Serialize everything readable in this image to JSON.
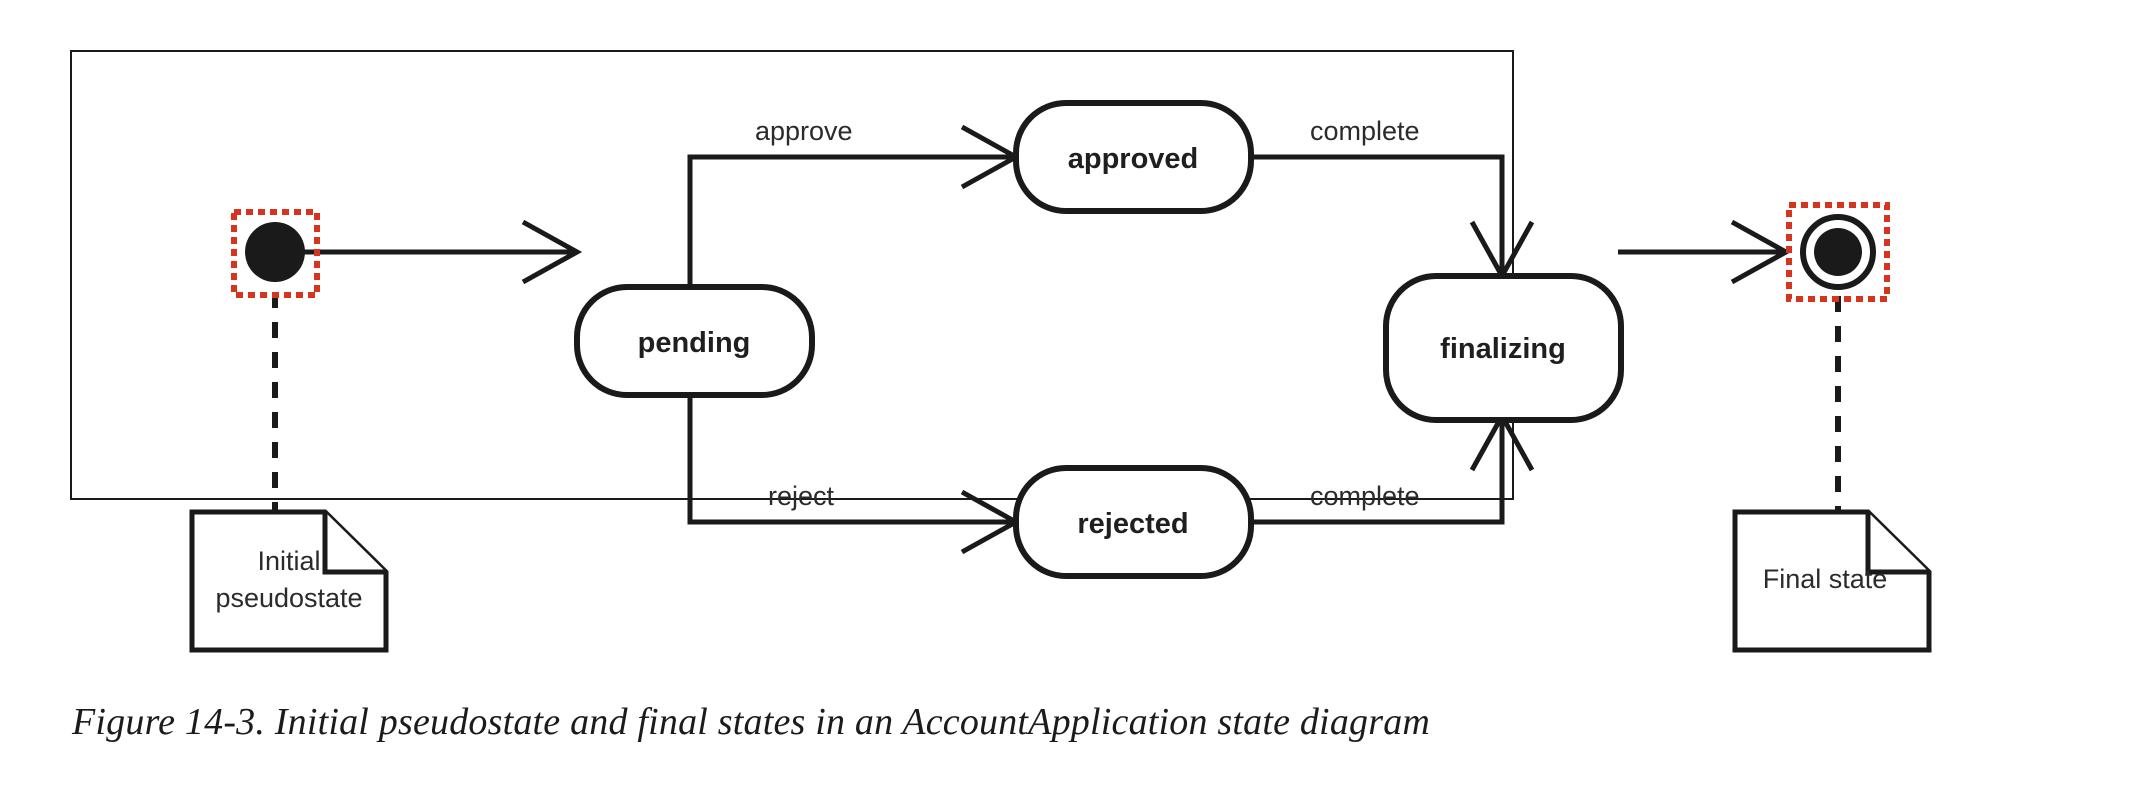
{
  "figure": {
    "caption": "Figure 14-3. Initial pseudostate and final states in an AccountApplication state diagram"
  },
  "diagram": {
    "type": "uml-state-diagram",
    "subject": "AccountApplication",
    "highlight_color": "#d6341f",
    "line_color": "#1a1a1a",
    "background": "#ffffff",
    "states": [
      {
        "id": "initial",
        "kind": "initial-pseudostate",
        "label": "",
        "highlighted": true
      },
      {
        "id": "pending",
        "kind": "state",
        "label": "pending",
        "highlighted": false
      },
      {
        "id": "approved",
        "kind": "state",
        "label": "approved",
        "highlighted": false
      },
      {
        "id": "rejected",
        "kind": "state",
        "label": "rejected",
        "highlighted": false
      },
      {
        "id": "finalizing",
        "kind": "state",
        "label": "finalizing",
        "highlighted": false
      },
      {
        "id": "final",
        "kind": "final-state",
        "label": "",
        "highlighted": true
      }
    ],
    "transitions": [
      {
        "from": "initial",
        "to": "pending",
        "label": ""
      },
      {
        "from": "pending",
        "to": "approved",
        "label": "approve"
      },
      {
        "from": "pending",
        "to": "rejected",
        "label": "reject"
      },
      {
        "from": "approved",
        "to": "finalizing",
        "label": "complete"
      },
      {
        "from": "rejected",
        "to": "finalizing",
        "label": "complete"
      },
      {
        "from": "finalizing",
        "to": "final",
        "label": ""
      }
    ],
    "notes": [
      {
        "id": "note-initial",
        "line1": "Initial",
        "line2": "pseudostate",
        "attached_to": "initial"
      },
      {
        "id": "note-final",
        "line1": "Final state",
        "line2": "",
        "attached_to": "final"
      }
    ]
  }
}
